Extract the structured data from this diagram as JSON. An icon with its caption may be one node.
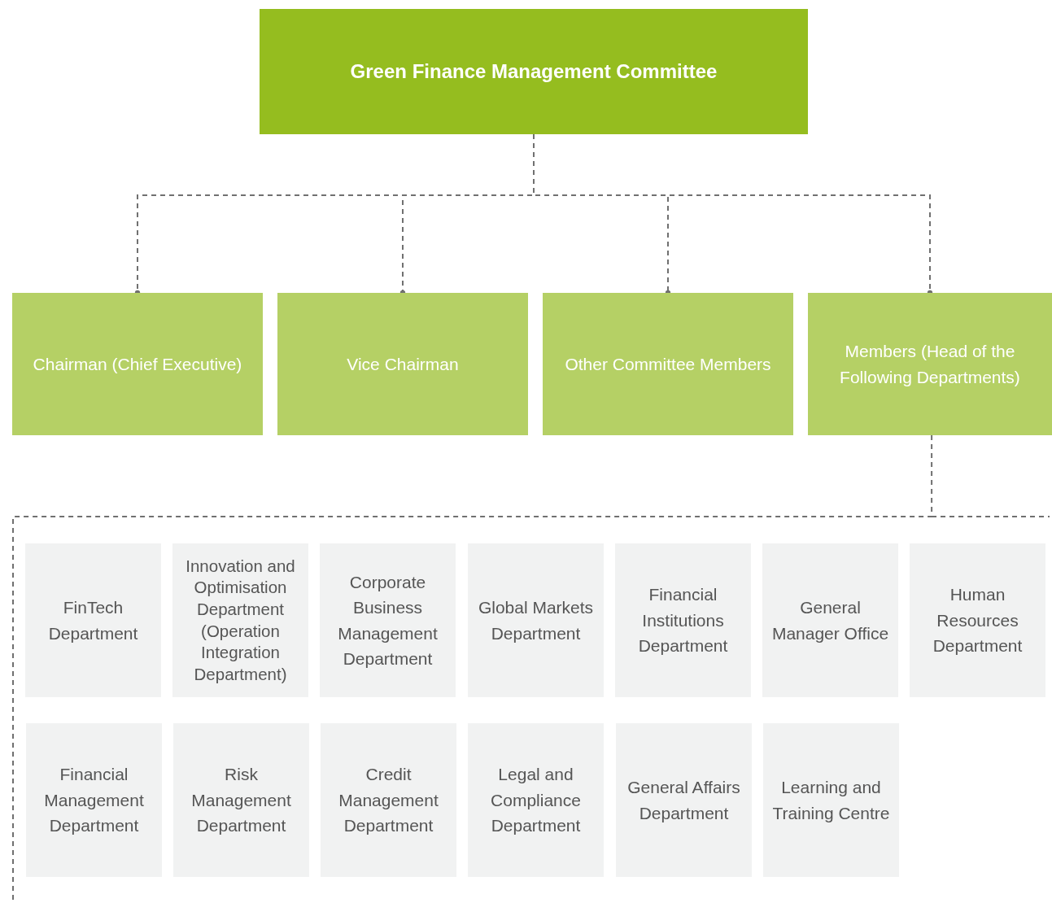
{
  "diagram": {
    "nodes": [
      {
        "text": [
          "Green Finance Management Committee"
        ]
      },
      {
        "text": [
          "Chairman (Chief Executive)"
        ]
      },
      {
        "text": [
          "Vice Chairman"
        ]
      },
      {
        "text": [
          "Other Committee Members"
        ]
      },
      {
        "text": [
          "Members (Head of the Following Departments)"
        ]
      },
      {
        "text": [
          "FinTech Department"
        ]
      },
      {
        "text": [
          "Innovation and Optimisation Department (Operation Integration Department)"
        ]
      },
      {
        "text": [
          "Corporate Business Management Department"
        ]
      },
      {
        "text": [
          "Global Markets Department"
        ]
      },
      {
        "text": [
          "Financial Institutions Department"
        ]
      },
      {
        "text": [
          "General Manager Office"
        ]
      },
      {
        "text": [
          "Human Resources Department"
        ]
      },
      {
        "text": [
          "Financial Management Department"
        ]
      },
      {
        "text": [
          "Risk Management Department"
        ]
      },
      {
        "text": [
          "Credit Management Department"
        ]
      },
      {
        "text": [
          "Legal and Compliance Department"
        ]
      },
      {
        "text": [
          "General Affairs Department"
        ]
      },
      {
        "text": [
          "Learning and Training Centre"
        ]
      }
    ],
    "edges": [
      {
        "from": 0,
        "to": 1,
        "arrow": "other",
        "style": "dashed"
      },
      {
        "from": 0,
        "to": 2,
        "arrow": "other",
        "style": "dashed"
      },
      {
        "from": 0,
        "to": 3,
        "arrow": "other",
        "style": "dashed"
      },
      {
        "from": 0,
        "to": 4,
        "arrow": "other",
        "style": "dashed"
      },
      {
        "from": 4,
        "to": null,
        "arrow": "none",
        "style": "dashed"
      }
    ]
  }
}
